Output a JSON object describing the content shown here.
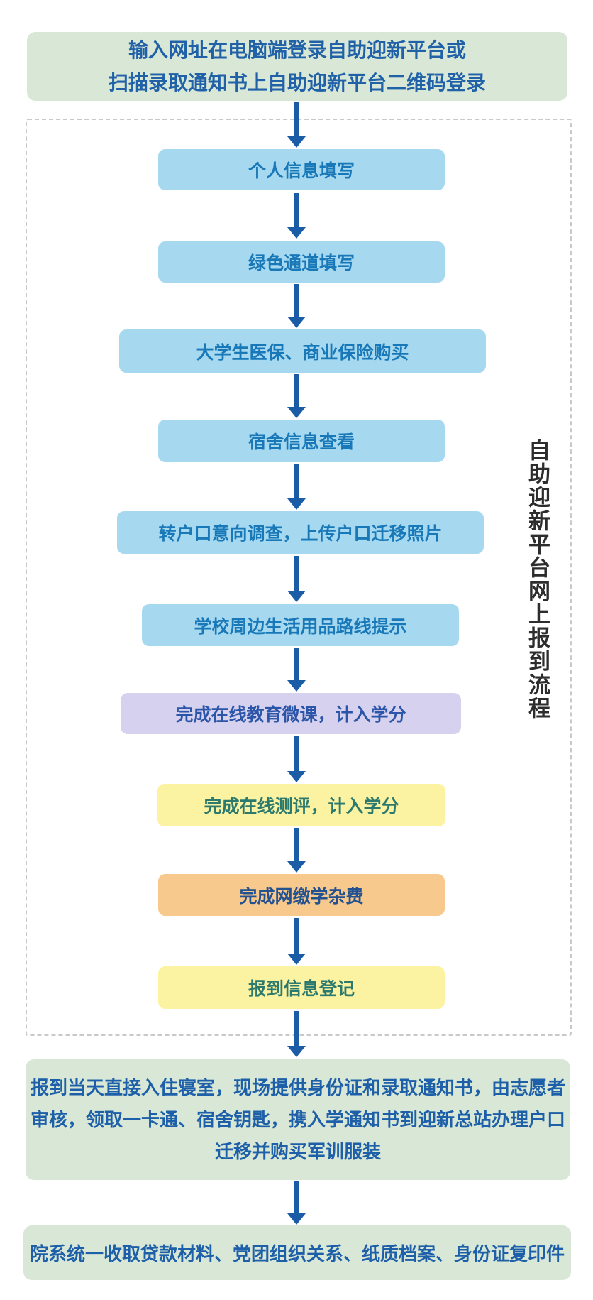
{
  "title_box": {
    "text": "输入网址在电脑端登录自助迎新平台或\n扫描录取通知书上自助迎新平台二维码登录"
  },
  "side_label": {
    "text": "自助迎新平台网上报到流程"
  },
  "steps": [
    {
      "label": "个人信息填写",
      "type": "blue"
    },
    {
      "label": "绿色通道填写",
      "type": "blue"
    },
    {
      "label": "大学生医保、商业保险购买",
      "type": "blue"
    },
    {
      "label": "宿舍信息查看",
      "type": "blue"
    },
    {
      "label": "转户口意向调查，上传户口迁移照片",
      "type": "blue"
    },
    {
      "label": "学校周边生活用品路线提示",
      "type": "blue"
    },
    {
      "label": "完成在线教育微课，计入学分",
      "type": "purple"
    },
    {
      "label": "完成在线测评，计入学分",
      "type": "yellow"
    },
    {
      "label": "完成网缴学杂费",
      "type": "orange"
    },
    {
      "label": "报到信息登记",
      "type": "yellow"
    }
  ],
  "onsite_box": {
    "text": "报到当天直接入住寝室，现场提供身份证和录取通知书，由志愿者\n审核，领取一卡通、宿舍钥匙，携入学通知书到迎新总站办理户口\n迁移并购买军训服装"
  },
  "final_box": {
    "text": "院系统一收取贷款材料、党团组织关系、纸质档案、身份证复印件"
  },
  "colors": {
    "step_blue_bg": "#a6d9f0",
    "step_blue_text": "#1878b8",
    "step_purple_bg": "#d6d1ee",
    "step_purple_text": "#2b55a8",
    "step_yellow_bg": "#fbf2a2",
    "step_yellow_text": "#2c7a6e",
    "step_orange_bg": "#f8c98d",
    "step_orange_text": "#24518f",
    "green_box_bg": "#d9e8d6",
    "green_box_text": "#2061a8",
    "arrow": "#1a5ca6",
    "dashed_border": "#c9c9c9",
    "side_label_text": "#2d2d2d"
  }
}
